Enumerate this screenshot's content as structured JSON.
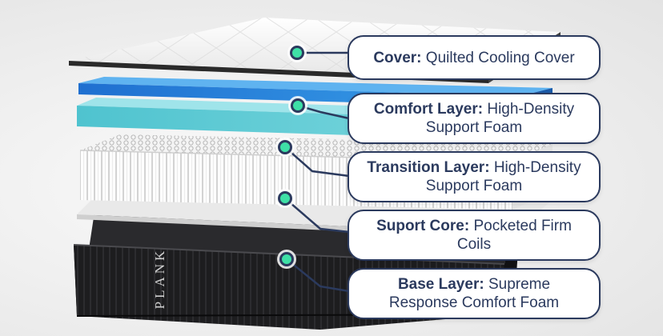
{
  "brand_logo": "PLANK",
  "colors": {
    "callout_border": "#2b3a5e",
    "callout_text": "#2b3a5e",
    "marker_fill": "#3ee0a6"
  },
  "callouts": [
    {
      "label": "Cover:",
      "desc": "Quilted Cooling Cover"
    },
    {
      "label": "Comfort Layer:",
      "desc": "High-Density Support Foam"
    },
    {
      "label": "Transition Layer:",
      "desc": "High-Density Support Foam"
    },
    {
      "label": "Suport Core:",
      "desc": "Pocketed Firm Coils"
    },
    {
      "label": "Base Layer:",
      "desc": "Supreme Response Comfort Foam"
    }
  ]
}
